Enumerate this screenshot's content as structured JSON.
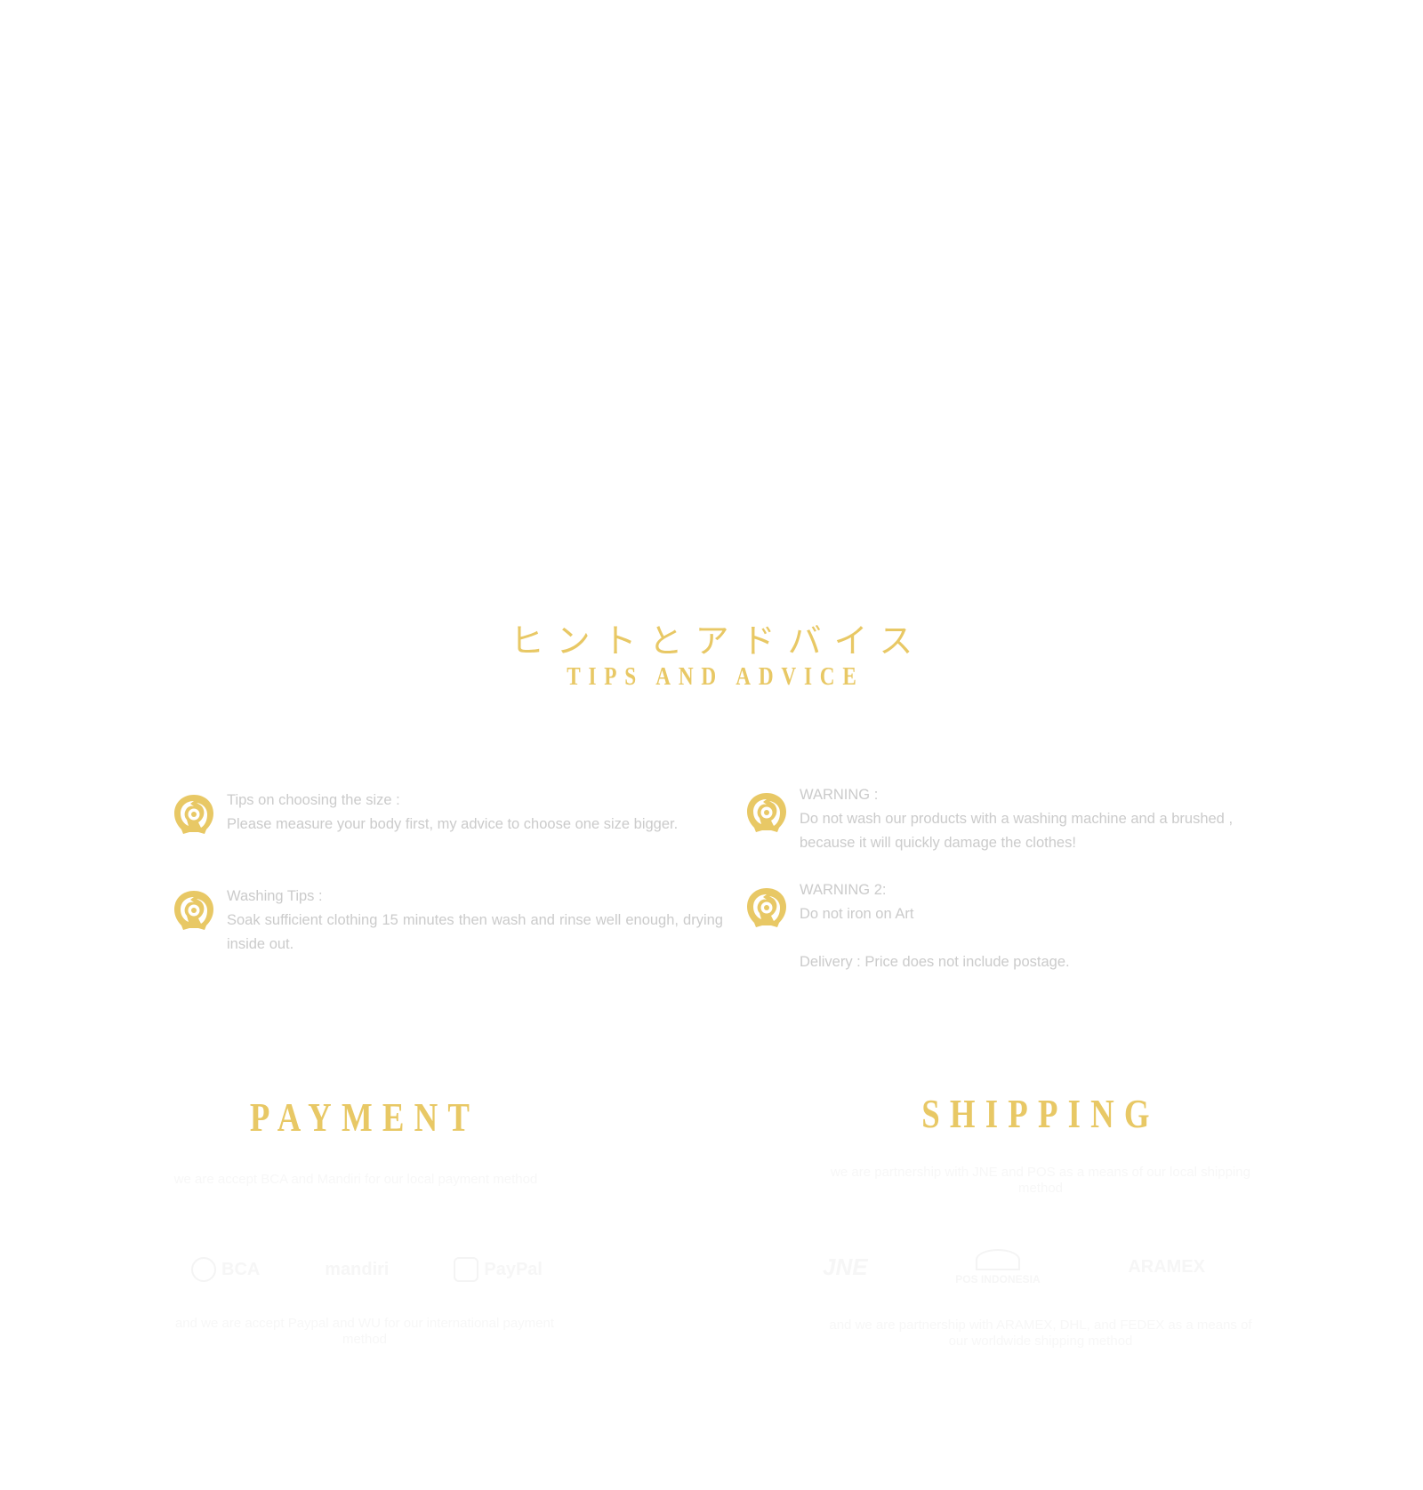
{
  "tips": {
    "title_jp": "ヒントとアドバイス",
    "title_en": "TIPS AND ADVICE",
    "items": [
      {
        "icon": "dota-logo-icon",
        "heading": "Tips on choosing the size :",
        "body": "Please measure your body first, my advice to choose one size bigger."
      },
      {
        "icon": "dota-logo-icon",
        "heading": "Washing Tips :",
        "body": "Soak sufficient clothing 15 minutes then wash and rinse well enough, drying inside out."
      },
      {
        "icon": "dota-logo-icon",
        "heading": "WARNING :",
        "body": "Do not wash our products with a washing machine and a brushed , because it will quickly damage the clothes!"
      },
      {
        "icon": "dota-logo-icon",
        "heading": "WARNING 2:",
        "body": "Do not iron on Art",
        "extra": "Delivery : Price does not include postage."
      }
    ]
  },
  "payment": {
    "title": "PAYMENT",
    "local_text": "we are accept BCA and Mandiri for our local payment method",
    "logos": [
      "BCA",
      "mandiri",
      "PayPal"
    ],
    "intl_text": "and we are accept Paypal and WU for our international payment method"
  },
  "shipping": {
    "title": "SHIPPING",
    "local_text": "we are partnership with JNE and POS as a means of our local shipping method",
    "logos": [
      "JNE",
      "POS INDONESIA",
      "ARAMEX"
    ],
    "intl_text": "and we are partnership with ARAMEX, DHL, and FEDEX as a means of our worldwide shipping method"
  },
  "colors": {
    "accent_gold": "#E8C865",
    "body_text": "#cbcbcb",
    "background": "#ffffff"
  }
}
